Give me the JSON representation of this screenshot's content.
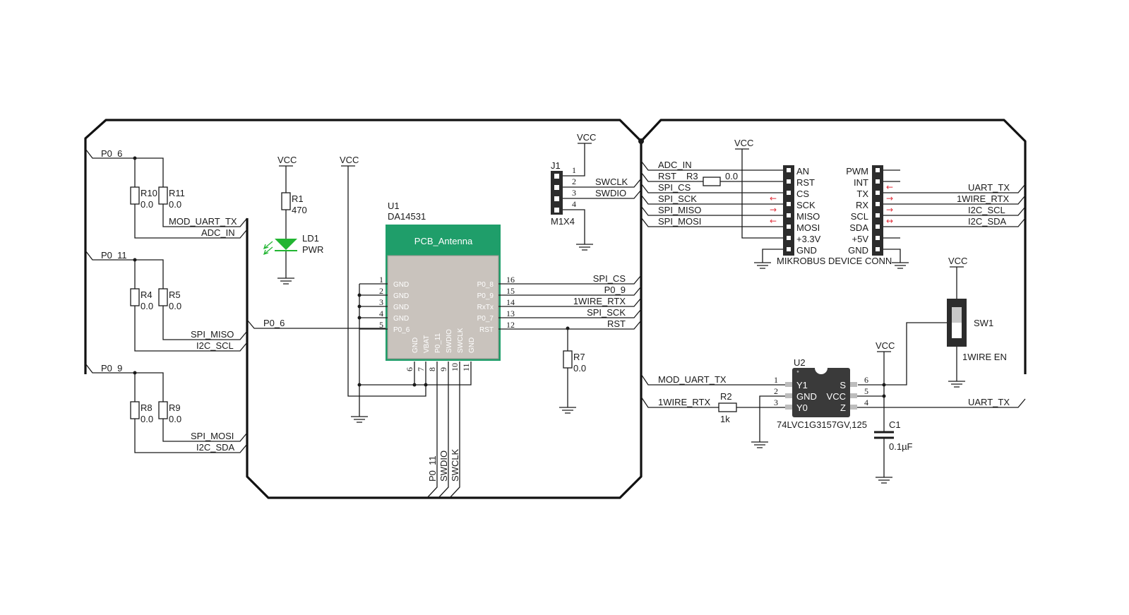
{
  "nets": {
    "p0_6": "P0_6",
    "p0_11": "P0_11",
    "p0_9": "P0_9",
    "mod_uart_tx": "MOD_UART_TX",
    "adc_in": "ADC_IN",
    "spi_miso": "SPI_MISO",
    "i2c_scl": "I2C_SCL",
    "spi_mosi": "SPI_MOSI",
    "i2c_sda": "I2C_SDA",
    "spi_cs": "SPI_CS",
    "one_wire_rtx": "1WIRE_RTX",
    "spi_sck": "SPI_SCK",
    "rst": "RST",
    "swclk": "SWCLK",
    "swdio": "SWDIO",
    "uart_tx": "UART_TX",
    "vcc": "VCC"
  },
  "resistors": {
    "r10": {
      "ref": "R10",
      "value": "0.0"
    },
    "r11": {
      "ref": "R11",
      "value": "0.0"
    },
    "r4": {
      "ref": "R4",
      "value": "0.0"
    },
    "r5": {
      "ref": "R5",
      "value": "0.0"
    },
    "r8": {
      "ref": "R8",
      "value": "0.0"
    },
    "r9": {
      "ref": "R9",
      "value": "0.0"
    },
    "r1": {
      "ref": "R1",
      "value": "470"
    },
    "r7": {
      "ref": "R7",
      "value": "0.0"
    },
    "r3": {
      "ref": "R3",
      "value": "0.0"
    },
    "r2": {
      "ref": "R2",
      "value": "1k"
    }
  },
  "led": {
    "ref": "LD1",
    "value": "PWR"
  },
  "module": {
    "ref": "U1",
    "part": "DA14531",
    "antenna": "PCB_Antenna",
    "left_pins": [
      {
        "num": "1",
        "name": "GND"
      },
      {
        "num": "2",
        "name": "GND"
      },
      {
        "num": "3",
        "name": "GND"
      },
      {
        "num": "4",
        "name": "GND"
      },
      {
        "num": "5",
        "name": "P0_6"
      }
    ],
    "right_pins": [
      {
        "num": "16",
        "name": "P0_8"
      },
      {
        "num": "15",
        "name": "P0_9"
      },
      {
        "num": "14",
        "name": "RxTx"
      },
      {
        "num": "13",
        "name": "P0_7"
      },
      {
        "num": "12",
        "name": "RST"
      }
    ],
    "bottom_pins": [
      {
        "num": "6",
        "name": "GND"
      },
      {
        "num": "7",
        "name": "VBAT"
      },
      {
        "num": "8",
        "name": "P0_11"
      },
      {
        "num": "9",
        "name": "SWDIO"
      },
      {
        "num": "10",
        "name": "SWCLK"
      },
      {
        "num": "11",
        "name": "GND"
      }
    ]
  },
  "right_nets": [
    "SPI_CS",
    "P0_9",
    "1WIRE_RTX",
    "SPI_SCK",
    "RST"
  ],
  "bottom_nets": [
    "P0_11",
    "SWDIO",
    "SWCLK"
  ],
  "j1": {
    "ref": "J1",
    "type": "M1X4",
    "pins": [
      "1",
      "2",
      "3",
      "4"
    ]
  },
  "mikrobus": {
    "title": "MIKROBUS DEVICE CONN",
    "left_pins": [
      "AN",
      "RST",
      "CS",
      "SCK",
      "MISO",
      "MOSI",
      "+3.3V",
      "GND"
    ],
    "right_pins": [
      "PWM",
      "INT",
      "TX",
      "RX",
      "SCL",
      "SDA",
      "+5V",
      "GND"
    ],
    "left_nets": [
      "ADC_IN",
      "RST",
      "SPI_CS",
      "SPI_SCK",
      "SPI_MISO",
      "SPI_MOSI"
    ],
    "right_nets": [
      "UART_TX",
      "1WIRE_RTX",
      "I2C_SCL",
      "I2C_SDA"
    ]
  },
  "switch": {
    "ref": "SW1",
    "label": "1WIRE EN"
  },
  "u2": {
    "ref": "U2",
    "part": "74LVC1G3157GV,125",
    "left_pins": [
      {
        "num": "1",
        "name": "Y1"
      },
      {
        "num": "2",
        "name": "GND"
      },
      {
        "num": "3",
        "name": "Y0"
      }
    ],
    "right_pins": [
      {
        "num": "6",
        "name": "S"
      },
      {
        "num": "5",
        "name": "VCC"
      },
      {
        "num": "4",
        "name": "Z"
      }
    ]
  },
  "capacitor": {
    "ref": "C1",
    "value": "0.1µF"
  },
  "colors": {
    "module_green": "#1f9e6a",
    "module_body": "#c9c3bd",
    "led_green": "#22b532",
    "arrow_red": "#e0313c",
    "chip_body": "#3a3a3a"
  }
}
